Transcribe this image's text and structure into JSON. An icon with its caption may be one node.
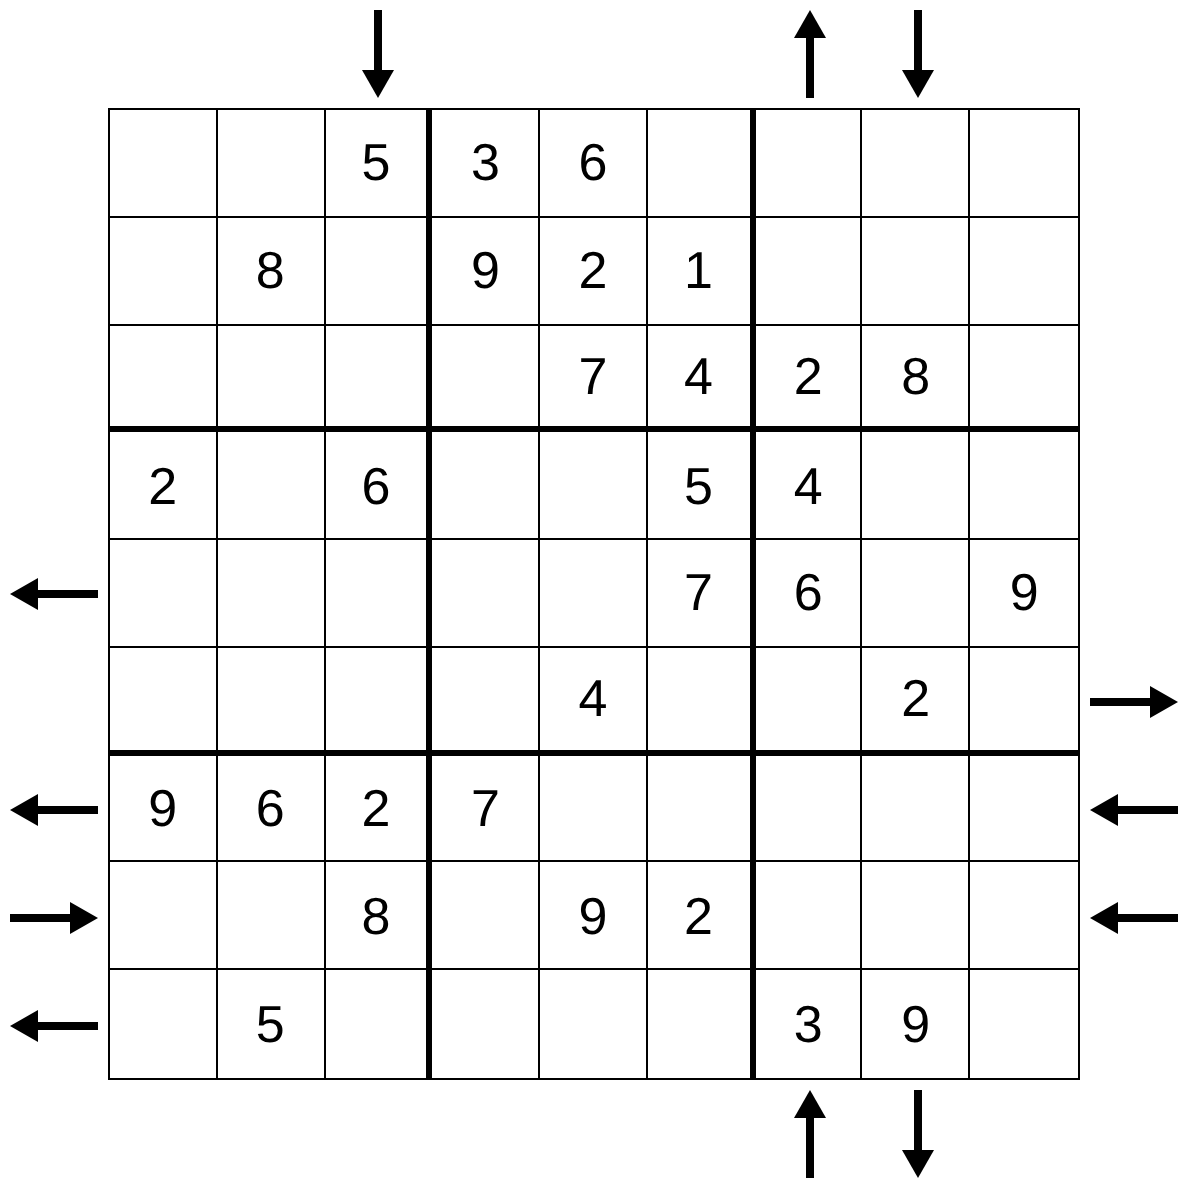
{
  "diagram": {
    "labels": [
      "5",
      "3",
      "6",
      "8",
      "9",
      "2",
      "1",
      "7",
      "4",
      "2",
      "8",
      "2",
      "6",
      "5",
      "4",
      "7",
      "6",
      "9",
      "4",
      "2",
      "9",
      "6",
      "2",
      "7",
      "8",
      "9",
      "2",
      "5",
      "3",
      "9"
    ]
  }
}
